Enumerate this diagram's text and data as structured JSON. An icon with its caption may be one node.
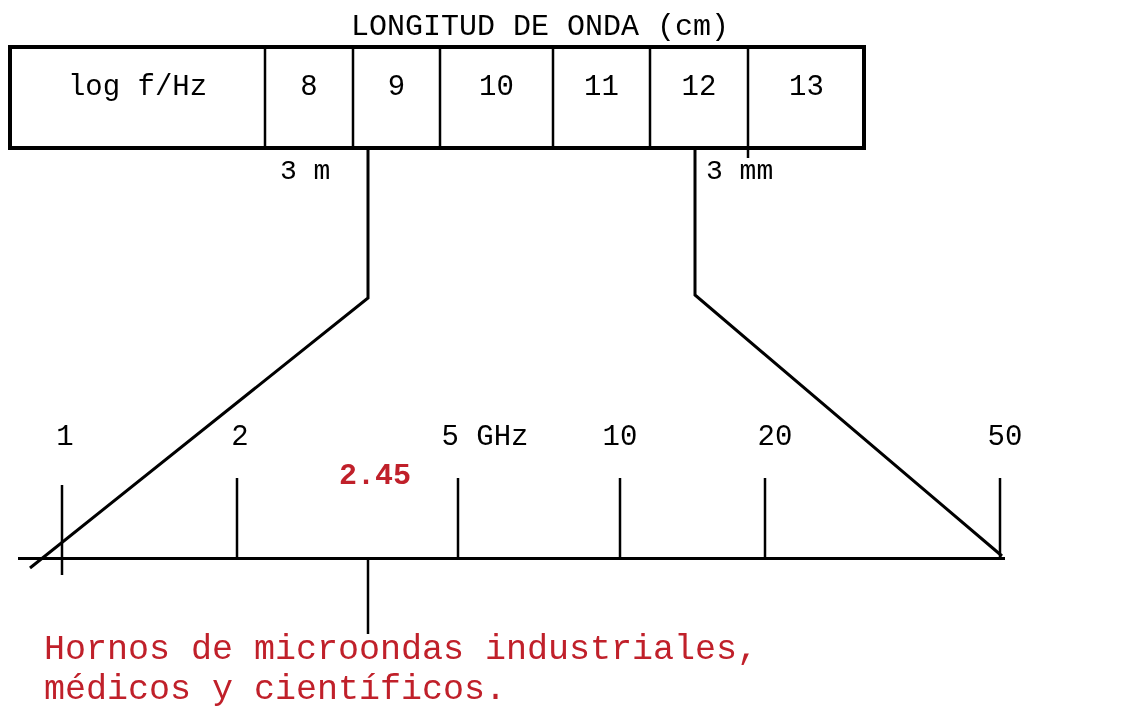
{
  "diagram": {
    "title": "LONGITUD DE ONDA (cm)",
    "nodes": [
      {
        "text": [
          "Hornos de microondas industriales, médicos y científicos."
        ]
      },
      {
        "text": [],
        "shape": "box"
      },
      {
        "text": [],
        "shape": "bar"
      }
    ],
    "edges": [
      {
        "from": 0,
        "to": 2,
        "arrow": "none"
      },
      {
        "from": 1,
        "to": 2,
        "arrow": "none"
      },
      {
        "from": 1,
        "to": 2,
        "arrow": "none"
      }
    ],
    "labels": [
      "log f/Hz",
      "8",
      "9",
      "10",
      "11",
      "12",
      "13",
      "3 m",
      "3 mm",
      "1",
      "2",
      "5 GHz",
      "10",
      "20",
      "50",
      "2.45"
    ]
  }
}
